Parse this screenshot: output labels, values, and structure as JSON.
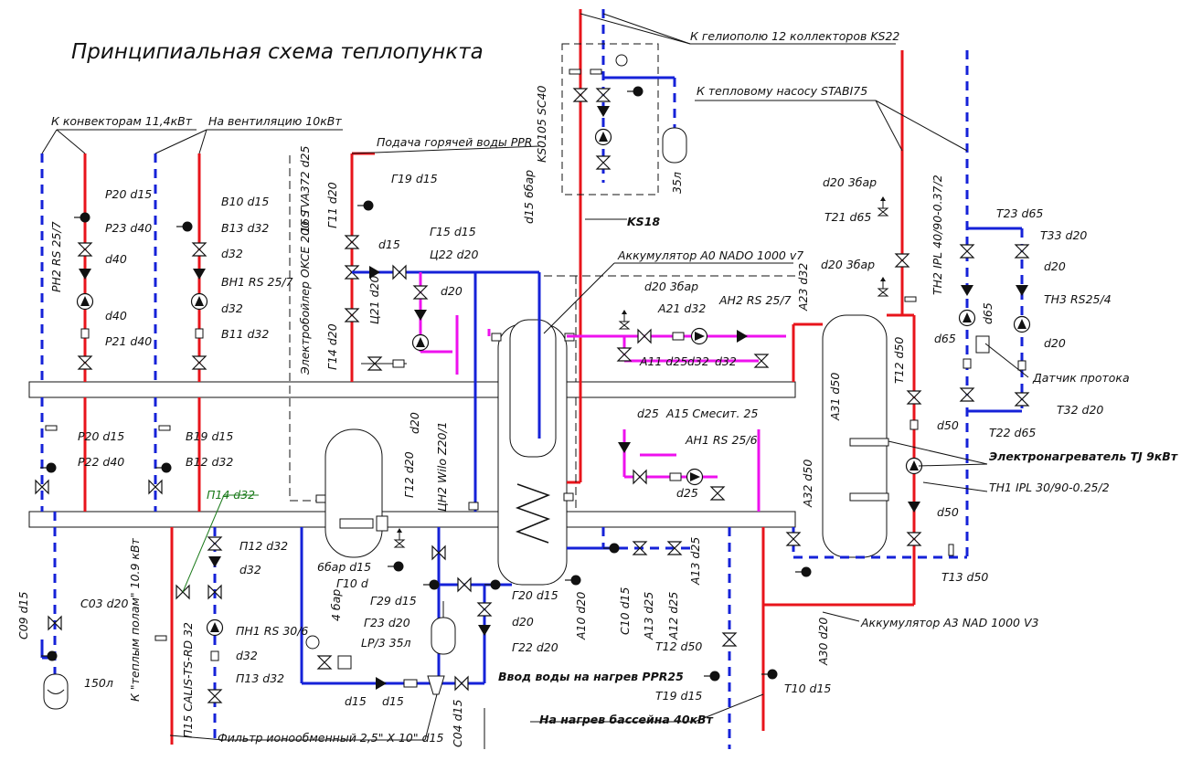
{
  "title": "Принципиальная схема теплопункта",
  "colors": {
    "supply": "#e8141b",
    "return": "#1522d8",
    "hot_water": "#ee11ee",
    "line": "#111111"
  },
  "labels": {
    "helio": "К гелиополю 12 коллекторов KS22",
    "heat_pump": "К тепловому насосу STABI75",
    "convectors": "К конвекторам 11,4кВт",
    "ventilation": "На вентиляцию 10кВт",
    "hot_supply": "Подача горячей воды PPR",
    "boiler": "Электробойлер OKCE 200 S",
    "tva": "16 TVA372 d25",
    "ks0105": "KS0105 SC40",
    "ks18": "KS18",
    "acc_a0": "Аккумулятор A0 NADO 1000 v7",
    "acc_a3": "Аккумулятор A3 NAD 1000 V3",
    "flow_sensor": "Датчик протока",
    "el_heater": "Электронагреватель TJ 9кВт",
    "th1": "TH1 IPL 30/90-0.25/2",
    "th2": "TH2 IPL 40/90-0.37/2",
    "floor": "К \"теплым полам\" 10.9 кВт",
    "filter": "Фильтр ионообменный 2,5\" X 10\" d15",
    "water_in": "Ввод воды на нагрев PPR25",
    "pool": "На нагрев бассейна 40кВт",
    "ph2": "PH2 RS 25/7",
    "ch2": "ЦН2 Wilo Z20/1",
    "p15": "П15 CALIS-TS-RD 32",
    "exp35": "35л",
    "tank150": "150л",
    "lp3": "LP/3 35л",
    "c09": "C09 d15",
    "c03": "C03 d20",
    "c04": "C04 d15",
    "c10": "C10 d15",
    "p20a": "P20 d15",
    "p23": "P23 d40",
    "d40a": "d40",
    "d40b": "d40",
    "p21": "P21 d40",
    "b10": "B10 d15",
    "b13": "B13 d32",
    "d32a": "d32",
    "bh1": "BH1 RS 25/7",
    "d32b": "d32",
    "b11": "B11 d32",
    "p20b": "P20 d15",
    "p22": "P22 d40",
    "b19": "B19 d15",
    "b12": "B12 d32",
    "p14": "П14 d32",
    "p12": "П12 d32",
    "d32c": "d32",
    "ph1": "ПН1 RS 30/6",
    "d32d": "d32",
    "p13": "П13 d32",
    "g19": "Г19 d15",
    "g11": "Г11 d20",
    "d15a": "d15",
    "g15": "Г15 d15",
    "c22": "Ц22 d20",
    "d20a": "d20",
    "c21": "Ц21 d20",
    "g14": "Г14 d20",
    "d20b": "d20",
    "g12": "Г12 d20",
    "d15b": "d15 6бар",
    "bar6": "6бар d15",
    "g10": "Г10 d",
    "g29": "Г29 d15",
    "g23": "Г23 d20",
    "bar4": "4 бар",
    "g20": "Г20 d15",
    "d20c": "d20",
    "g22": "Г22 d20",
    "d15c": "d15",
    "d15d": "d15",
    "d20_3bar_a": "d20 3бар",
    "a21": "A21 d32",
    "ah2": "AH2 RS 25/7",
    "a23": "A23 d32",
    "a11": "A11 d25",
    "d32e": "d32",
    "d32f": "d32",
    "d25a": "d25",
    "a15": "A15 Смесит. 25",
    "ah1": "AH1 RS 25/6",
    "d25b": "d25",
    "a13a": "A13 d25",
    "a10": "A10 d20",
    "a13b": "A13 d25",
    "a12": "A12 d25",
    "t12a": "T12 d50",
    "t19": "T19 d15",
    "t10": "T10 d15",
    "a30": "A30 d20",
    "a31": "A31 d50",
    "a32": "A32 d50",
    "d20_3bar_b": "d20 3бар",
    "t21": "T21 d65",
    "d20_3bar_c": "d20 3бар",
    "t12b": "T12 d50",
    "d50a": "d50",
    "d50b": "d50",
    "t13": "T13 d50",
    "t23": "T23 d65",
    "t33": "T33 d20",
    "d20d": "d20",
    "th3": "TH3 RS25/4",
    "d65a": "d65",
    "d65b": "d65",
    "d20e": "d20",
    "t32": "T32 d20",
    "t22": "T22 d65"
  }
}
